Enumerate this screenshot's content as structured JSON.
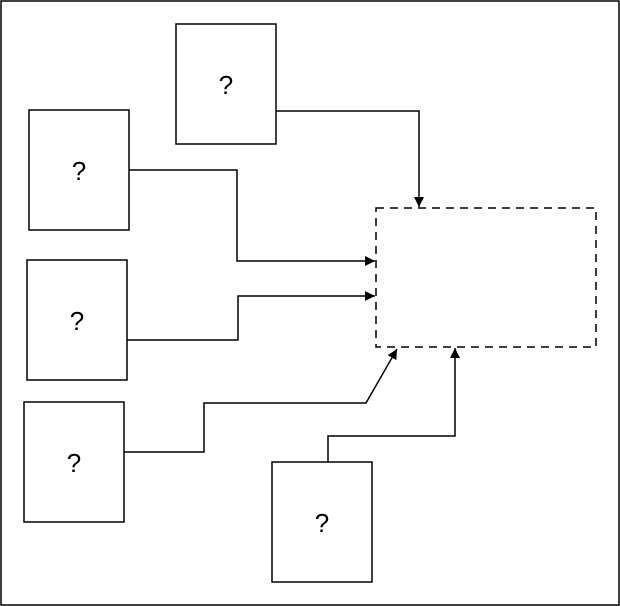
{
  "diagram": {
    "boxes": [
      {
        "id": "box-top",
        "label": "?"
      },
      {
        "id": "box-upper-left",
        "label": "?"
      },
      {
        "id": "box-middle-left",
        "label": "?"
      },
      {
        "id": "box-lower-left",
        "label": "?"
      },
      {
        "id": "box-bottom",
        "label": "?"
      }
    ],
    "target_label": "",
    "colors": {
      "stroke": "#000000",
      "background": "#ffffff"
    }
  }
}
